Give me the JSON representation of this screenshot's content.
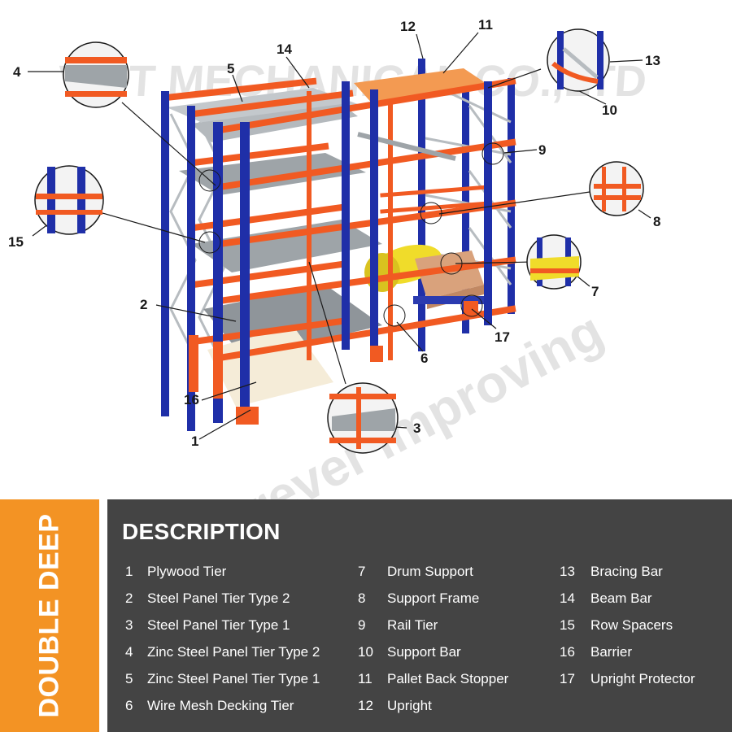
{
  "watermark": {
    "company": "VIET MECHANICAL CO.,LTD",
    "slogan": "Forever Improving"
  },
  "callouts": [
    "1",
    "2",
    "3",
    "4",
    "5",
    "6",
    "7",
    "8",
    "9",
    "10",
    "11",
    "12",
    "13",
    "14",
    "15",
    "16",
    "17"
  ],
  "colors": {
    "upright": "#1f2fa8",
    "beam": "#f15a22",
    "steel_panel": "#9ea4a8",
    "zinc_panel": "#c3c8cc",
    "drum": "#f0dc2a",
    "box": "#d9a27c",
    "side_bar": "#f39324",
    "desc_panel": "#444444"
  },
  "side_title": "DOUBLE DEEP",
  "description": {
    "heading": "DESCRIPTION",
    "items": [
      {
        "num": "1",
        "label": "Plywood Tier"
      },
      {
        "num": "2",
        "label": "Steel Panel Tier Type 2"
      },
      {
        "num": "3",
        "label": "Steel Panel Tier Type 1"
      },
      {
        "num": "4",
        "label": "Zinc Steel Panel Tier Type 2"
      },
      {
        "num": "5",
        "label": "Zinc Steel Panel Tier Type 1"
      },
      {
        "num": "6",
        "label": "Wire Mesh Decking Tier"
      },
      {
        "num": "7",
        "label": "Drum Support"
      },
      {
        "num": "8",
        "label": "Support Frame"
      },
      {
        "num": "9",
        "label": "Rail Tier"
      },
      {
        "num": "10",
        "label": "Support Bar"
      },
      {
        "num": "11",
        "label": "Pallet Back Stopper"
      },
      {
        "num": "12",
        "label": "Upright"
      },
      {
        "num": "13",
        "label": "Bracing Bar"
      },
      {
        "num": "14",
        "label": "Beam Bar"
      },
      {
        "num": "15",
        "label": "Row Spacers"
      },
      {
        "num": "16",
        "label": "Barrier"
      },
      {
        "num": "17",
        "label": "Upright Protector"
      }
    ]
  }
}
